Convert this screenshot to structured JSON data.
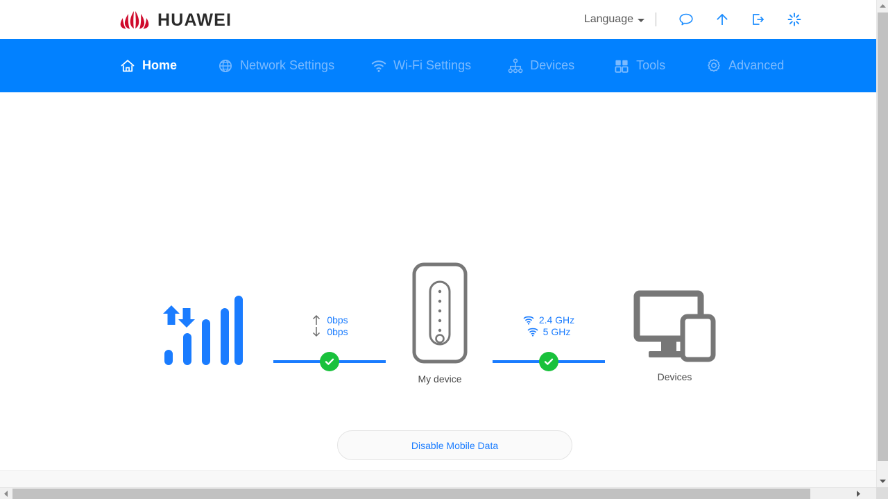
{
  "header": {
    "brand": "HUAWEI",
    "brand_icon": "huawei-logo-icon",
    "language_label": "Language",
    "icons": [
      {
        "name": "chat-icon",
        "label": "Chat"
      },
      {
        "name": "upload-arrow-icon",
        "label": "Upload"
      },
      {
        "name": "logout-icon",
        "label": "Log out"
      },
      {
        "name": "loading-spinner-icon",
        "label": "Refresh"
      }
    ]
  },
  "nav": {
    "items": [
      {
        "label": "Home",
        "icon": "home-icon",
        "active": true
      },
      {
        "label": "Network Settings",
        "icon": "globe-icon",
        "active": false
      },
      {
        "label": "Wi-Fi Settings",
        "icon": "wifi-icon",
        "active": false
      },
      {
        "label": "Devices",
        "icon": "sitemap-icon",
        "active": false
      },
      {
        "label": "Tools",
        "icon": "grid-icon",
        "active": false
      },
      {
        "label": "Advanced",
        "icon": "gear-icon",
        "active": false
      }
    ],
    "active_color": "#ffffff",
    "inactive_color": "#7bbaff",
    "background_color": "#0281ff"
  },
  "topology": {
    "signal": {
      "name": "mobile-signal-icon",
      "bars": 5,
      "active_bars": 5,
      "color": "#1a7cff"
    },
    "wan_link": {
      "upload_icon": "arrow-up-icon",
      "upload_value": "0bps",
      "download_icon": "arrow-down-icon",
      "download_value": "0bps",
      "status": "connected",
      "status_icon": "green-check-icon",
      "line_color": "#1a7cff",
      "status_color": "#19c13c"
    },
    "router": {
      "caption": "My device",
      "icon": "router-icon",
      "color": "#777777"
    },
    "lan_link": {
      "band_1_icon": "wifi-icon",
      "band_1_label": "2.4 GHz",
      "band_2_icon": "wifi-icon",
      "band_2_label": "5 GHz",
      "status": "connected",
      "status_icon": "green-check-icon",
      "line_color": "#1a7cff",
      "status_color": "#19c13c"
    },
    "devices": {
      "caption": "Devices",
      "icon": "monitor-and-phone-icon",
      "color": "#777777"
    }
  },
  "actions": {
    "mobile_data_button": "Disable Mobile Data",
    "mobile_data_text_color": "#1a7cff"
  },
  "scrollbars": {
    "vertical": {
      "up_arrow": "scroll-up-arrow-icon",
      "down_arrow": "scroll-down-arrow-icon"
    },
    "horizontal": {
      "left_arrow": "scroll-left-arrow-icon",
      "right_arrow": "scroll-right-arrow-icon"
    }
  }
}
